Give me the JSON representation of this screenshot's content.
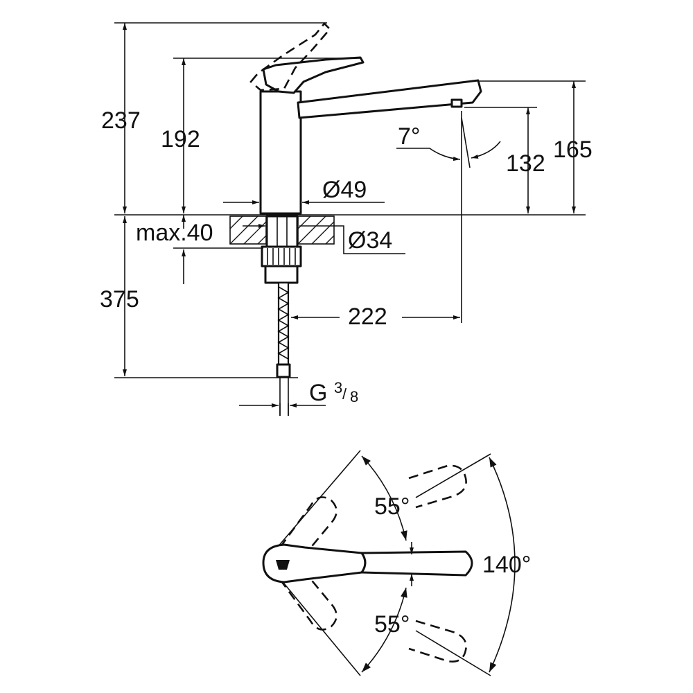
{
  "side_view": {
    "dim_total_height": "237",
    "dim_body_height": "192",
    "dim_spout_height": "165",
    "dim_outlet_height": "132",
    "dim_outlet_angle": "7°",
    "dim_body_diameter": "Ø49",
    "dim_hole_diameter": "Ø34",
    "dim_max_deck": "max.40",
    "dim_hose_length": "375",
    "dim_reach": "222",
    "dim_thread_prefix": "G",
    "dim_thread_num": "3",
    "dim_thread_den": "8"
  },
  "top_view": {
    "dim_angle_upper": "55°",
    "dim_angle_lower": "55°",
    "dim_angle_total": "140°"
  }
}
